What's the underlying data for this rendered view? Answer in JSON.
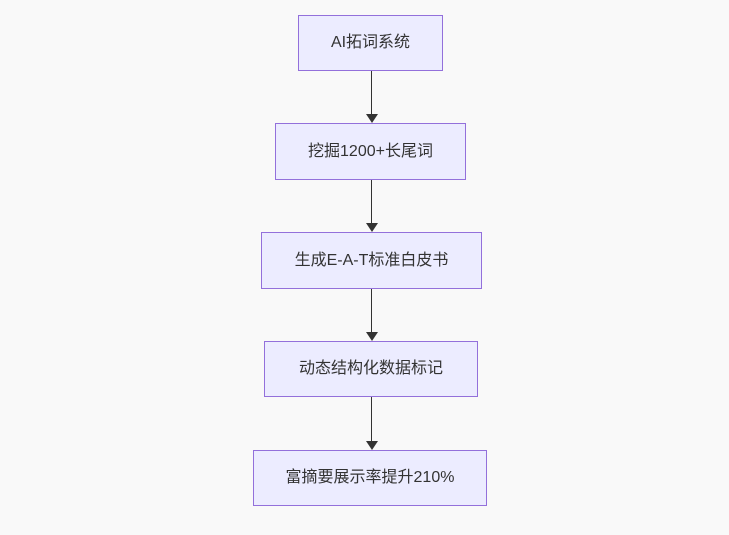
{
  "diagram": {
    "type": "flowchart",
    "direction": "top-down",
    "nodes": [
      {
        "id": "A",
        "label": "AI拓词系统"
      },
      {
        "id": "B",
        "label": "挖掘1200+长尾词"
      },
      {
        "id": "C",
        "label": "生成E-A-T标准白皮书"
      },
      {
        "id": "D",
        "label": "动态结构化数据标记"
      },
      {
        "id": "E",
        "label": "富摘要展示率提升210%"
      }
    ],
    "edges": [
      {
        "from": "A",
        "to": "B"
      },
      {
        "from": "B",
        "to": "C"
      },
      {
        "from": "C",
        "to": "D"
      },
      {
        "from": "D",
        "to": "E"
      }
    ]
  },
  "colors": {
    "canvas_bg": "#f9f9f9",
    "node_fill": "#ececff",
    "node_border": "#9370db",
    "node_text": "#333333",
    "edge_line": "#333333",
    "arrowhead": "#333333"
  }
}
